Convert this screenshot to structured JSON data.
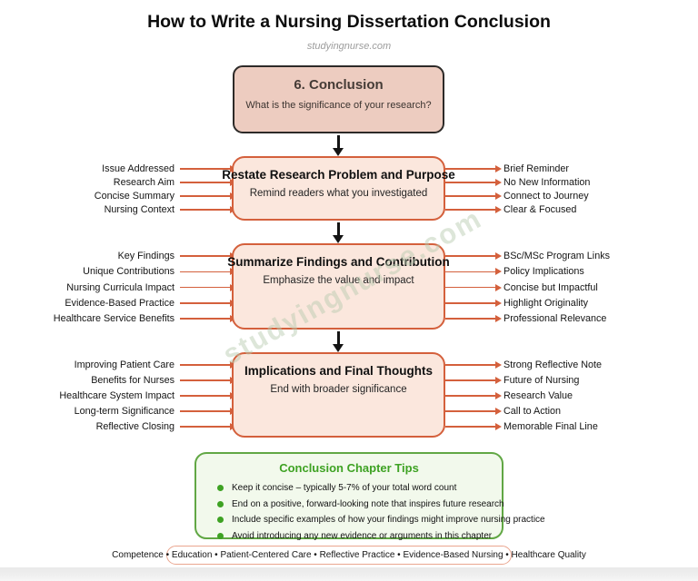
{
  "page": {
    "title": "How to Write a Nursing Dissertation Conclusion",
    "site": "studyingnurse.com",
    "watermark": "studyingnurse.com"
  },
  "colors": {
    "flow_accent": "#d4603c",
    "flow_box_fill": "#fbe7dd",
    "start_box_fill": "#edccc0",
    "start_box_border": "#2d2a28",
    "tips_green": "#3ea223",
    "tips_border": "#61a744",
    "tips_fill": "#f2f9ec",
    "footer_pill_border": "#eaa68f"
  },
  "flow": {
    "start": {
      "title": "6. Conclusion",
      "subtitle": "What is the significance of your research?"
    },
    "sections": [
      {
        "title": "Restate Research Problem and Purpose",
        "subtitle": "Remind readers what you investigated",
        "left": [
          "Issue Addressed",
          "Research Aim",
          "Concise Summary",
          "Nursing Context"
        ],
        "right": [
          "Brief Reminder",
          "No New Information",
          "Connect to Journey",
          "Clear & Focused"
        ]
      },
      {
        "title": "Summarize Findings and Contribution",
        "subtitle": "Emphasize the value and impact",
        "left": [
          "Key Findings",
          "Unique Contributions",
          "Nursing Curricula Impact",
          "Evidence-Based Practice",
          "Healthcare Service Benefits"
        ],
        "right": [
          "BSc/MSc Program Links",
          "Policy Implications",
          "Concise but Impactful",
          "Highlight Originality",
          "Professional Relevance"
        ]
      },
      {
        "title": "Implications and Final Thoughts",
        "subtitle": "End with broader significance",
        "left": [
          "Improving Patient Care",
          "Benefits for Nurses",
          "Healthcare System Impact",
          "Long-term Significance",
          "Reflective Closing"
        ],
        "right": [
          "Strong Reflective Note",
          "Future of Nursing",
          "Research Value",
          "Call to Action",
          "Memorable Final Line"
        ]
      }
    ]
  },
  "tips": {
    "title": "Conclusion Chapter Tips",
    "items": [
      "Keep it concise – typically 5-7% of your total word count",
      "End on a positive, forward-looking note that inspires future research",
      "Include specific examples of how your findings might improve nursing practice",
      "Avoid introducing any new evidence or arguments in this chapter"
    ]
  },
  "footer": {
    "text": "Competence • Education • Patient-Centered Care • Reflective Practice • Evidence-Based Nursing • Healthcare Quality"
  }
}
